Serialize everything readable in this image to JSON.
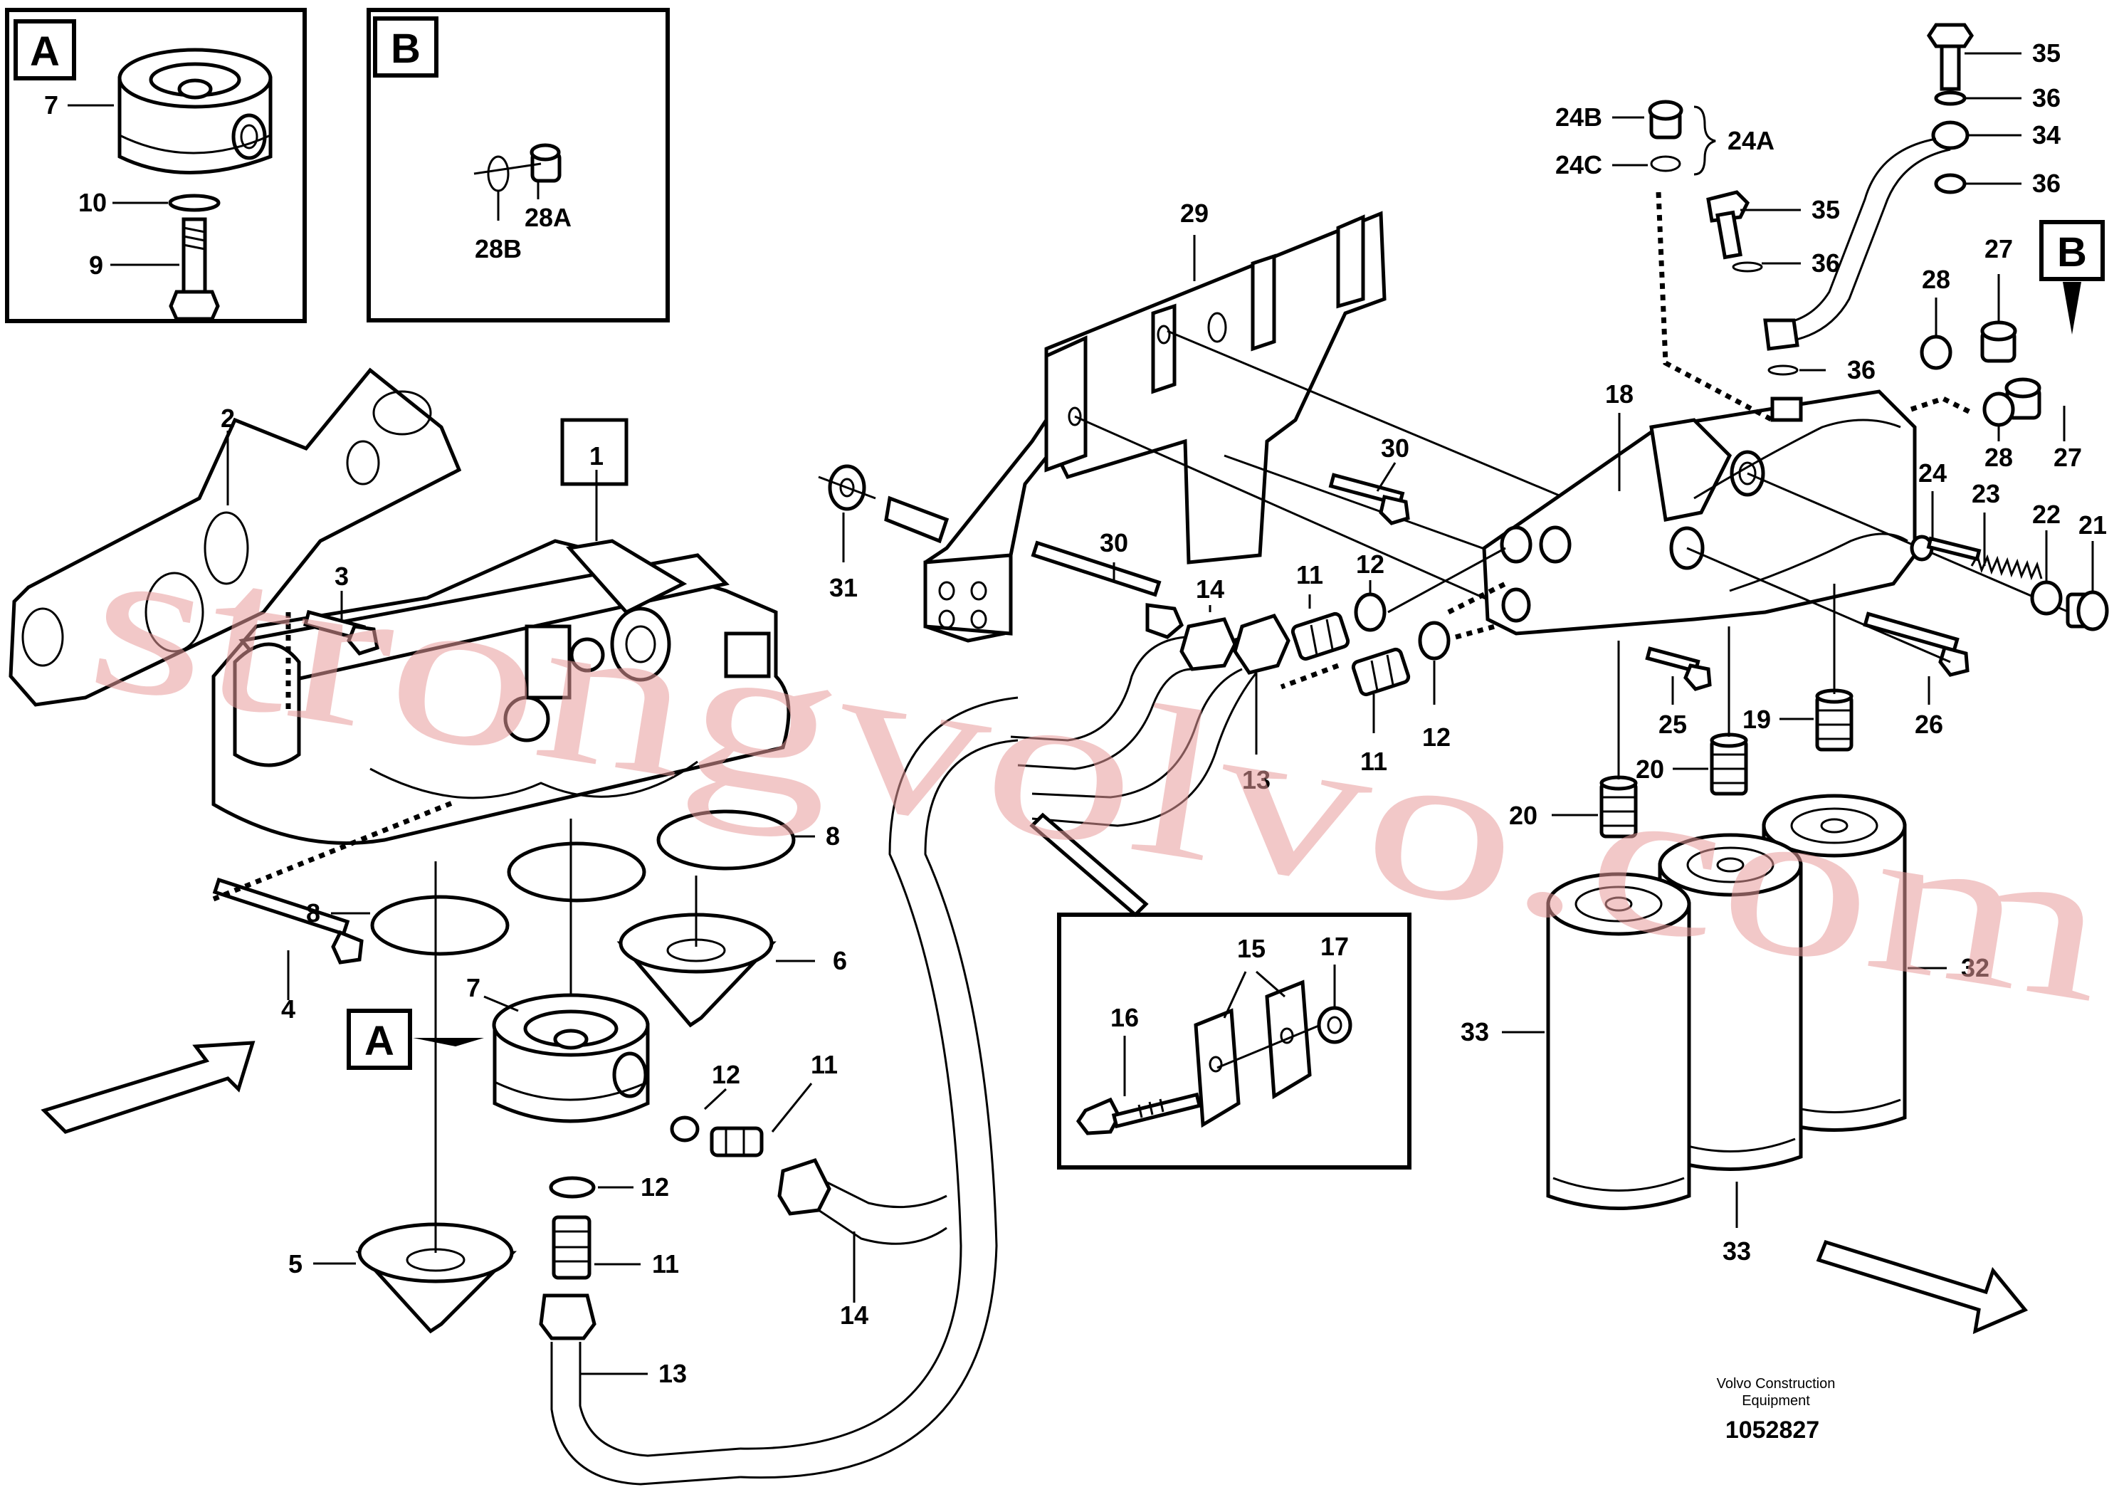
{
  "inset_A": {
    "letter": "A",
    "labels": [
      "7",
      "10",
      "9"
    ]
  },
  "inset_B": {
    "letter": "B",
    "labels": [
      "28A",
      "28B"
    ]
  },
  "detail_inset": {
    "labels": [
      "15",
      "16",
      "17"
    ]
  },
  "callout_A": "A",
  "callout_B": "B",
  "part_labels": {
    "p1": "1",
    "p2": "2",
    "p3": "3",
    "p4": "4",
    "p5": "5",
    "p6": "6",
    "p7": "7",
    "p8a": "8",
    "p8b": "8",
    "p11a": "11",
    "p11b": "11",
    "p11c": "11",
    "p11d": "11",
    "p12a": "12",
    "p12b": "12",
    "p12c": "12",
    "p12d": "12",
    "p13a": "13",
    "p13b": "13",
    "p14a": "14",
    "p14b": "14",
    "p18": "18",
    "p19": "19",
    "p20a": "20",
    "p20b": "20",
    "p21": "21",
    "p22": "22",
    "p23": "23",
    "p24": "24",
    "p24A": "24A",
    "p24B": "24B",
    "p24C": "24C",
    "p25": "25",
    "p26": "26",
    "p27a": "27",
    "p27b": "27",
    "p28a": "28",
    "p28b": "28",
    "p29": "29",
    "p30a": "30",
    "p30b": "30",
    "p31": "31",
    "p32": "32",
    "p33a": "33",
    "p33b": "33",
    "p34": "34",
    "p35a": "35",
    "p35b": "35",
    "p36a": "36",
    "p36b": "36",
    "p36c": "36",
    "p36d": "36"
  },
  "watermark": "strongvolvo.com",
  "footer": {
    "line1": "Volvo Construction",
    "line2": "Equipment",
    "drawing_number": "1052827"
  }
}
